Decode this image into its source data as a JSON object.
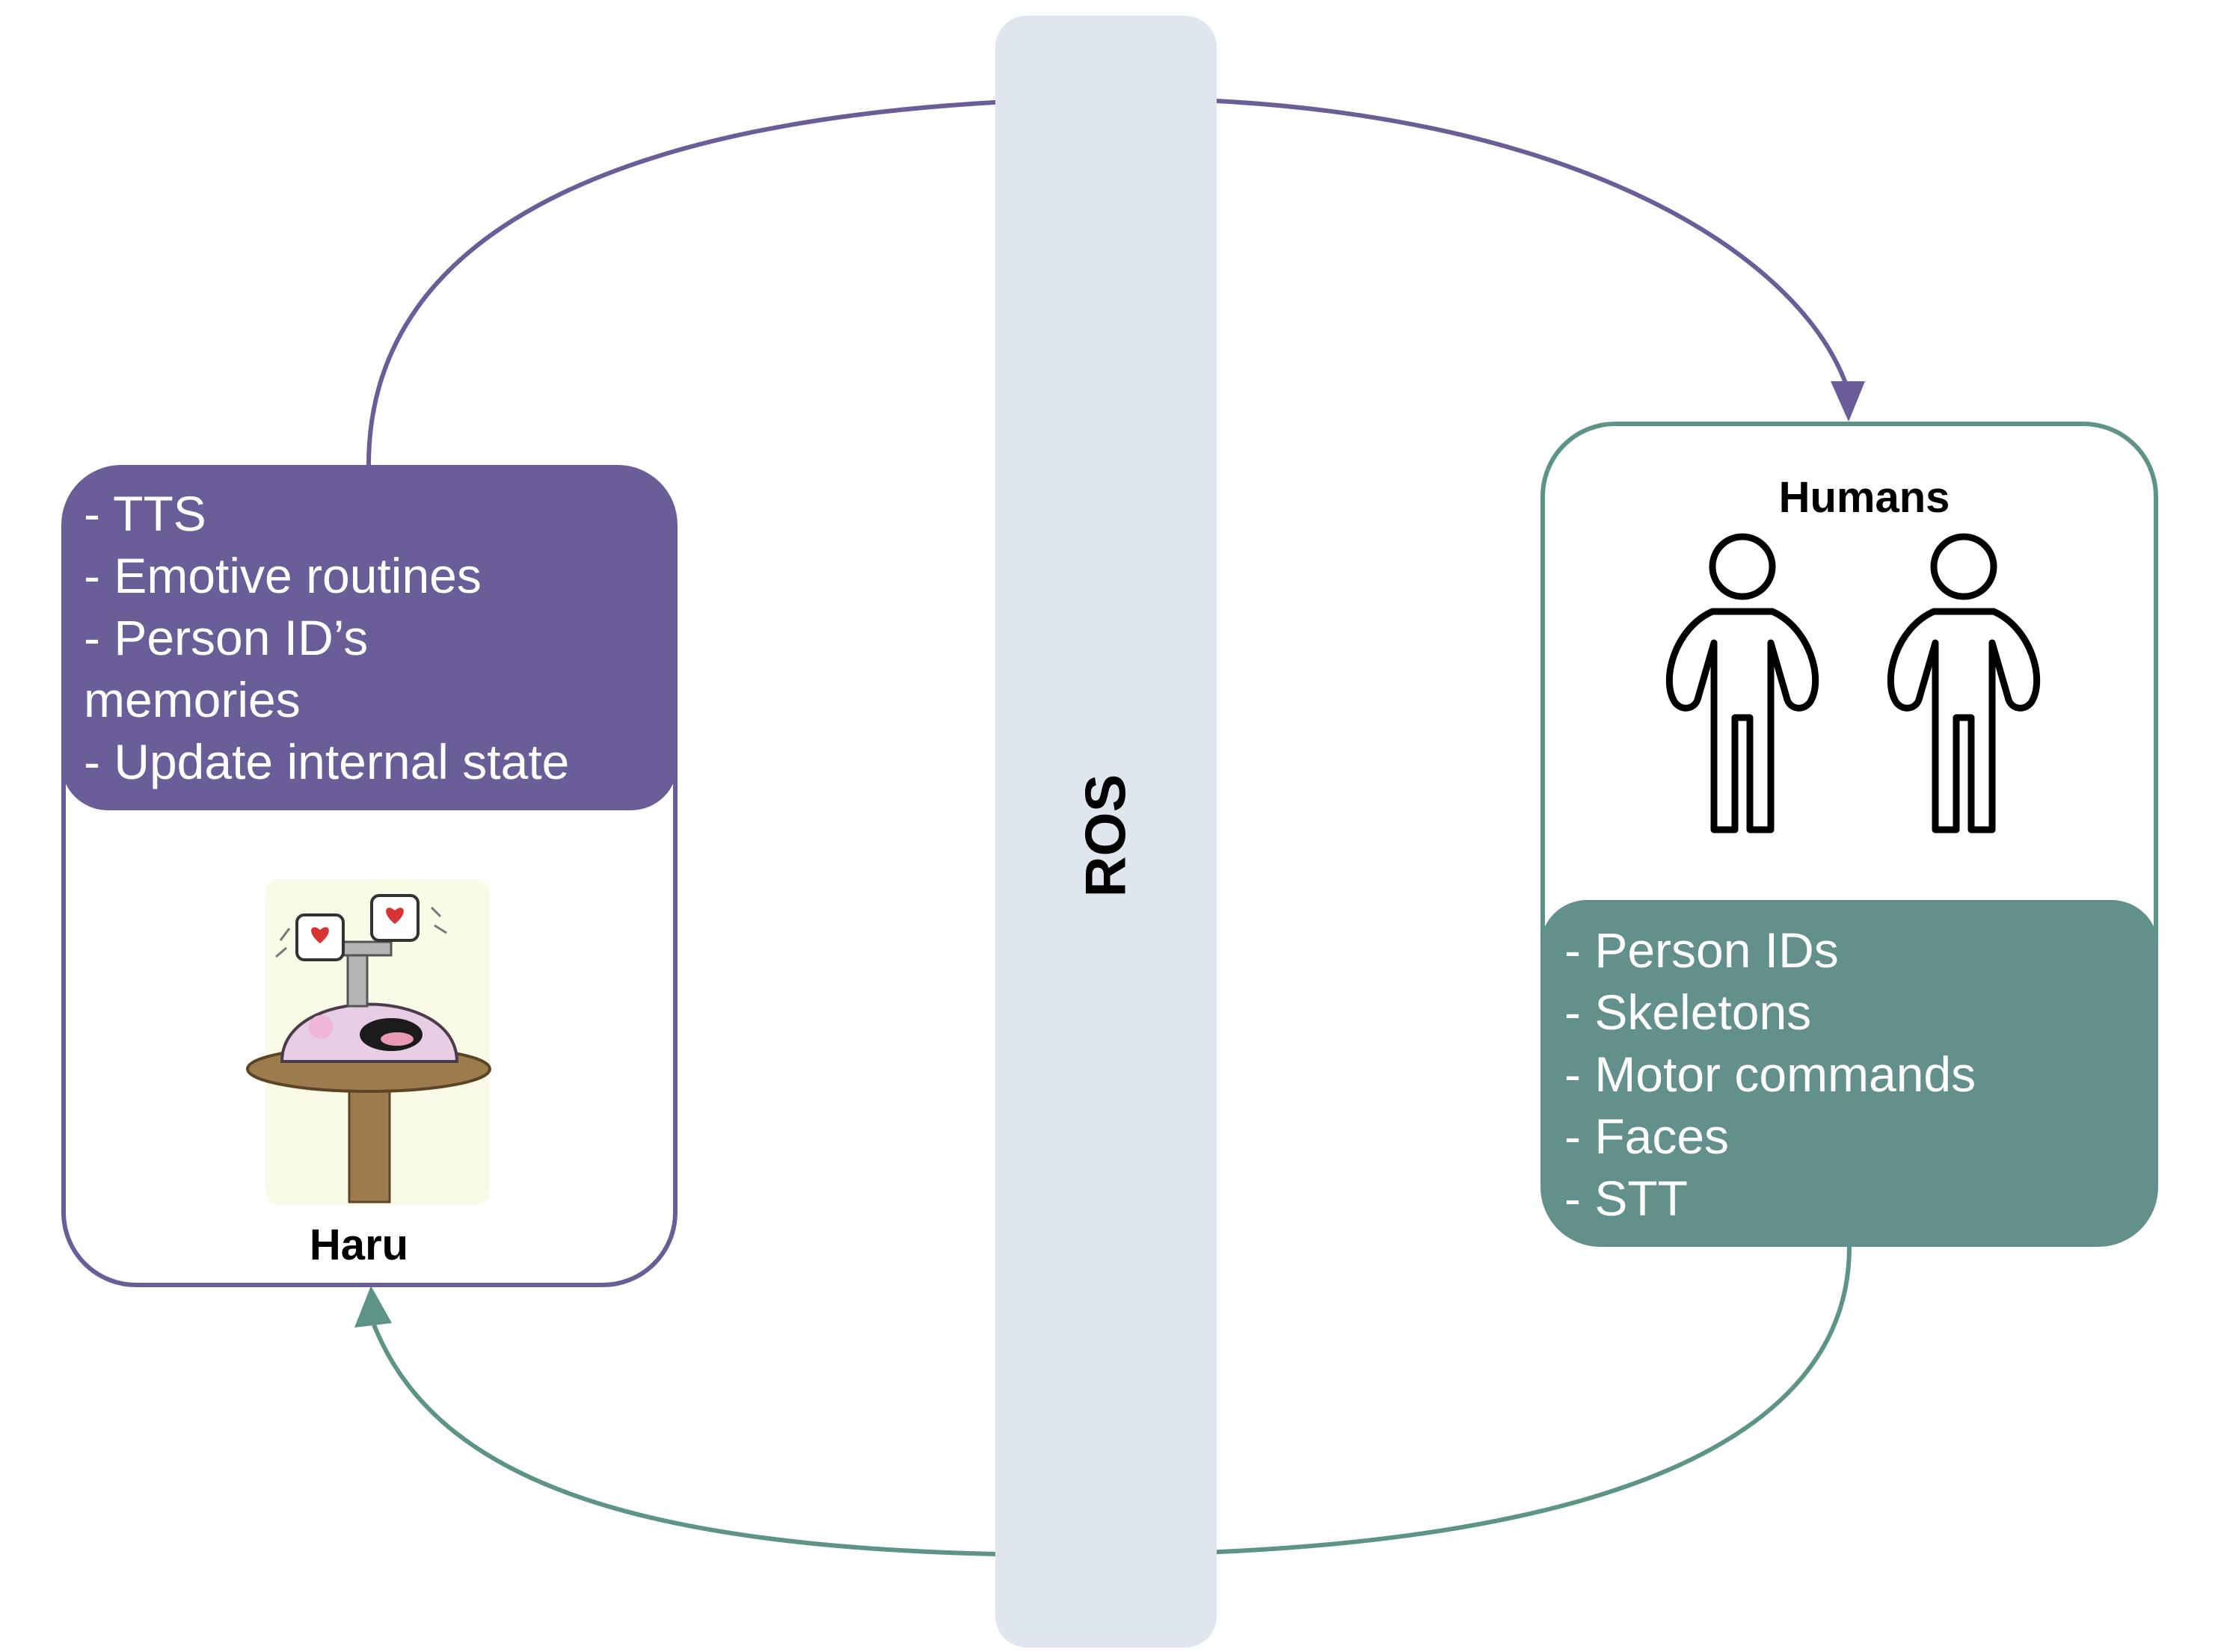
{
  "bus": {
    "label": "ROS"
  },
  "haru": {
    "name": "Haru",
    "items": [
      "- TTS",
      "- Emotive routines",
      "- Person ID’s",
      "memories",
      "- Update internal state"
    ]
  },
  "humans": {
    "name": "Humans",
    "items": [
      "- Person IDs",
      "- Skeletons",
      "- Motor commands",
      "- Faces",
      "- STT"
    ]
  },
  "colors": {
    "haru_accent": "#6a5d98",
    "humans_accent": "#5e9487",
    "bus_fill": "#dfe6ee"
  },
  "icons": [
    "robot-illustration",
    "person-icon",
    "person-icon"
  ]
}
